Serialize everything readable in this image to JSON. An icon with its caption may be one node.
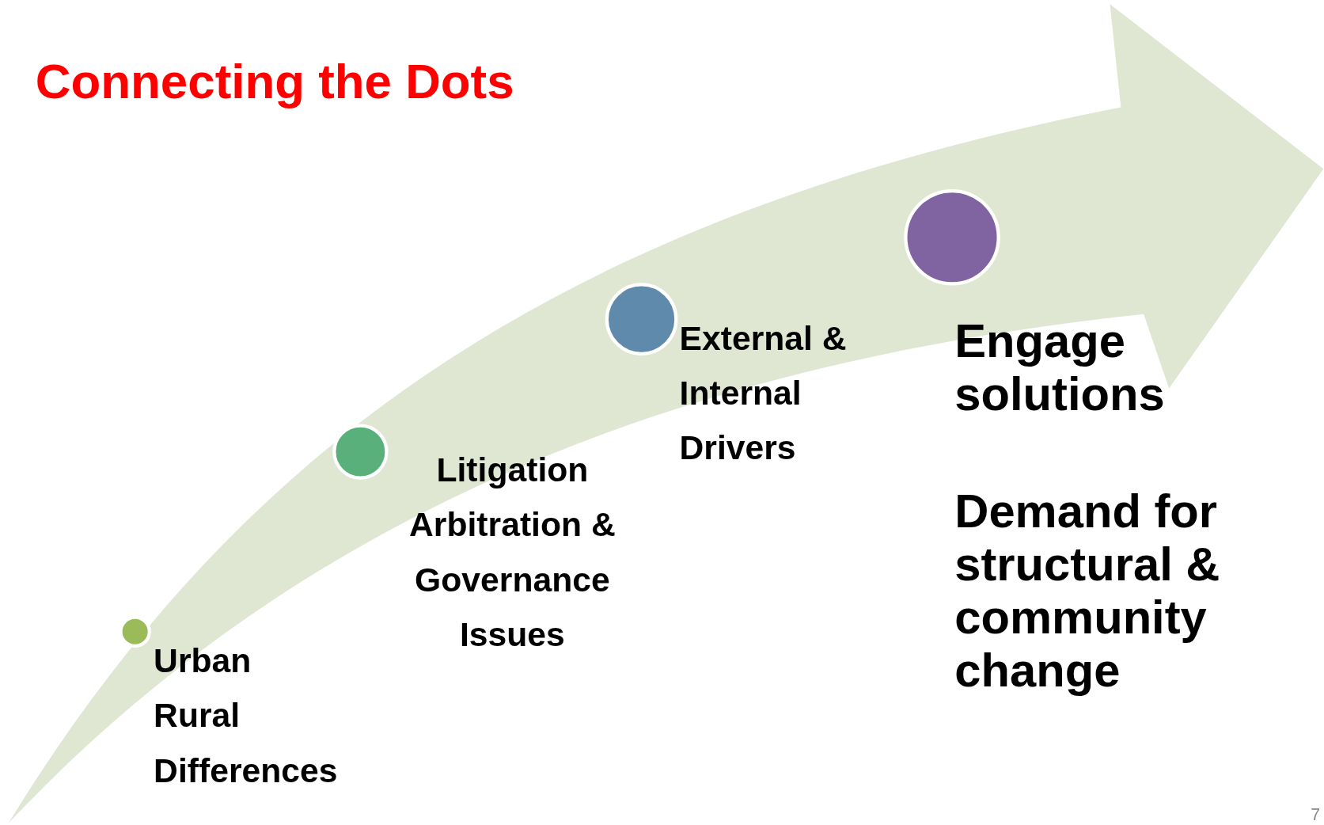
{
  "diagram": {
    "title": "Connecting the Dots",
    "nodes": [
      {
        "text": [],
        "shape": "circle",
        "beside": [
          "Urban Rural Differences"
        ]
      },
      {
        "text": [],
        "shape": "circle",
        "beside": [
          "Litigation Arbitration & Governance Issues"
        ]
      },
      {
        "text": [],
        "shape": "circle",
        "beside": [
          "External & Internal Drivers"
        ]
      },
      {
        "text": [],
        "shape": "circle",
        "beside": [
          "Engage solutions",
          "Demand for structural & community change"
        ]
      }
    ],
    "labels": [
      "7"
    ]
  }
}
